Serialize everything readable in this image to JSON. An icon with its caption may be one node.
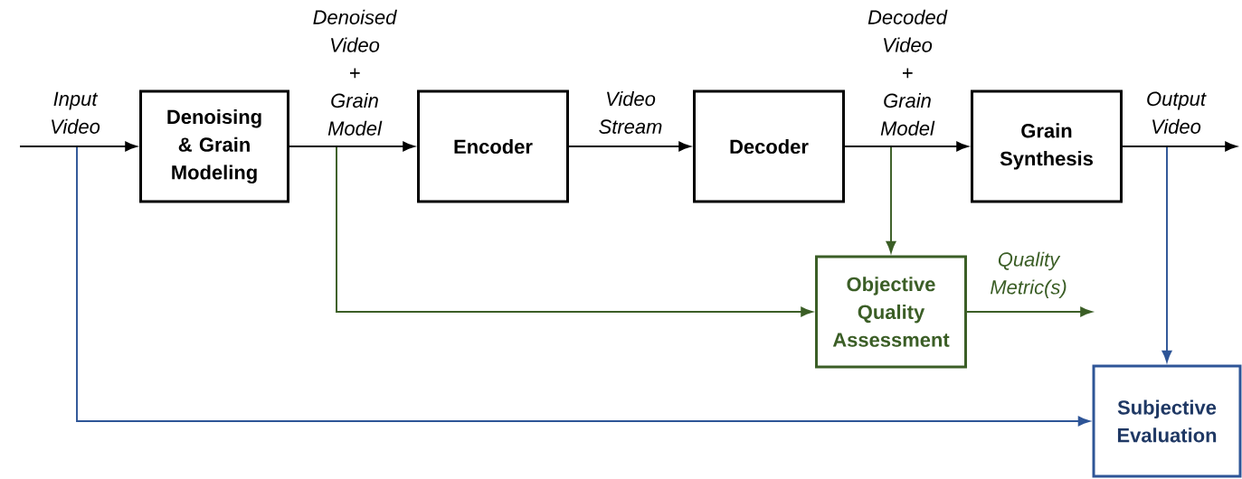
{
  "diagram": {
    "nodes": [
      {
        "text": [
          "Denoising & Grain Modeling"
        ]
      },
      {
        "text": [
          "Encoder"
        ]
      },
      {
        "text": [
          "Decoder"
        ]
      },
      {
        "text": [
          "Grain Synthesis"
        ]
      },
      {
        "text": [
          "Objective Quality Assessment"
        ]
      },
      {
        "text": [
          "Subjective Evaluation"
        ]
      }
    ],
    "edges": [
      {
        "from": null,
        "to": 0,
        "arrow": "to",
        "label": "Input Video"
      },
      {
        "from": 0,
        "to": 1,
        "arrow": "to",
        "label": "Denoised Video + Grain Model"
      },
      {
        "from": 1,
        "to": 2,
        "arrow": "to",
        "label": "Video Stream"
      },
      {
        "from": 2,
        "to": 3,
        "arrow": "to",
        "label": "Decoded Video + Grain Model"
      },
      {
        "from": 3,
        "to": null,
        "arrow": "to",
        "label": "Output Video"
      },
      {
        "from": 0,
        "to": 4,
        "arrow": "to",
        "color": "#3b5e26"
      },
      {
        "from": 2,
        "to": 4,
        "arrow": "to",
        "color": "#3b5e26"
      },
      {
        "from": 4,
        "to": null,
        "arrow": "to",
        "label": "Quality Metric(s)",
        "color": "#3b5e26"
      },
      {
        "from": null,
        "to": 5,
        "arrow": "to",
        "color": "#2e5597"
      },
      {
        "from": 3,
        "to": 5,
        "arrow": "to",
        "color": "#2e5597"
      }
    ]
  }
}
